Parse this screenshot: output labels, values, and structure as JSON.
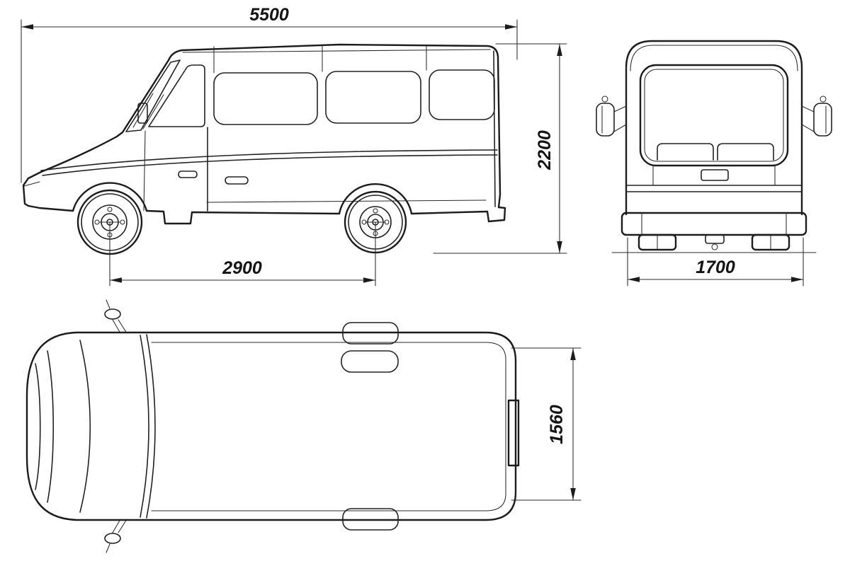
{
  "drawing": {
    "background": "#ffffff",
    "line_color": "#1c1c1c"
  },
  "dimensions": {
    "overall_length": {
      "label": "5500"
    },
    "overall_height": {
      "label": "2200"
    },
    "wheelbase": {
      "label": "2900"
    },
    "overall_width": {
      "label": "1700"
    },
    "body_width": {
      "label": "1560"
    }
  }
}
